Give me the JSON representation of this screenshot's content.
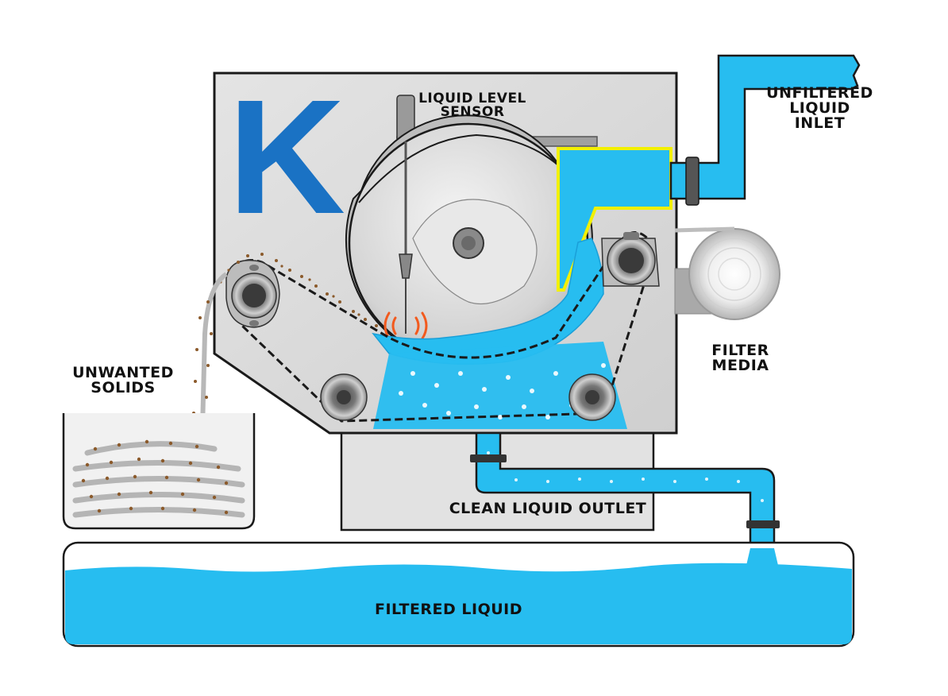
{
  "logo": {
    "letter": "K",
    "color": "#1a72c4"
  },
  "labels": {
    "sensor": [
      "LIQUID LEVEL",
      "SENSOR"
    ],
    "inlet": [
      "UNFILTERED",
      "LIQUID",
      "INLET"
    ],
    "solids": [
      "UNWANTED",
      "SOLIDS"
    ],
    "media": [
      "FILTER",
      "MEDIA"
    ],
    "outlet": "CLEAN LIQUID OUTLET",
    "tank": "FILTERED LIQUID"
  },
  "colors": {
    "liquid": "#27bdf0",
    "liquid_dark": "#1a9fd8",
    "solids": "#8b5a2b",
    "housing": "#dcdcdc",
    "outline": "#1a1a1a",
    "highlight": "#f2f000",
    "sensor_signal": "#f25a1e"
  }
}
